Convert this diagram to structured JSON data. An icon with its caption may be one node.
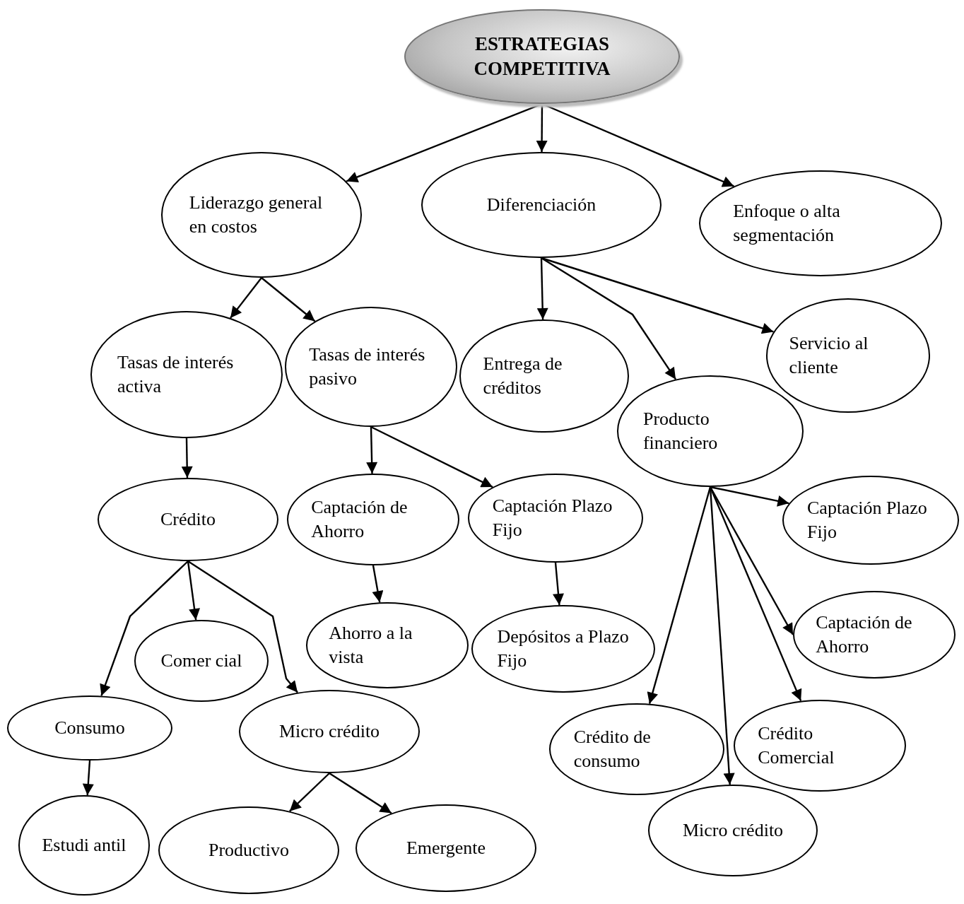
{
  "diagram": {
    "nodes": [
      {
        "text": [
          "ESTRATEGIAS COMPETITIVA"
        ]
      },
      {
        "text": [
          "Liderazgo general en costos"
        ]
      },
      {
        "text": [
          "Diferenciación"
        ]
      },
      {
        "text": [
          "Enfoque o alta segmentación"
        ]
      },
      {
        "text": [
          "Tasas de interés activa"
        ]
      },
      {
        "text": [
          "Tasas de interés pasivo"
        ]
      },
      {
        "text": [
          "Entrega de créditos"
        ]
      },
      {
        "text": [
          "Servicio al cliente"
        ]
      },
      {
        "text": [
          "Producto financiero"
        ]
      },
      {
        "text": [
          "Crédito"
        ]
      },
      {
        "text": [
          "Captación de Ahorro"
        ]
      },
      {
        "text": [
          "Captación Plazo Fijo"
        ]
      },
      {
        "text": [
          "Captación Plazo Fijo"
        ]
      },
      {
        "text": [
          "Comer cial"
        ]
      },
      {
        "text": [
          "Ahorro a la vista"
        ]
      },
      {
        "text": [
          "Depósitos a Plazo Fijo"
        ]
      },
      {
        "text": [
          "Captación de Ahorro"
        ]
      },
      {
        "text": [
          "Consumo"
        ]
      },
      {
        "text": [
          "Micro crédito"
        ]
      },
      {
        "text": [
          "Crédito de consumo"
        ]
      },
      {
        "text": [
          "Crédito Comercial"
        ]
      },
      {
        "text": [
          "Micro crédito"
        ]
      },
      {
        "text": [
          "Estudi antil"
        ]
      },
      {
        "text": [
          "Productivo"
        ]
      },
      {
        "text": [
          "Emergente"
        ]
      }
    ],
    "edges": [
      {
        "from": 0,
        "to": 1,
        "arrow": "to"
      },
      {
        "from": 0,
        "to": 2,
        "arrow": "to"
      },
      {
        "from": 0,
        "to": 3,
        "arrow": "to"
      },
      {
        "from": 1,
        "to": 4,
        "arrow": "to"
      },
      {
        "from": 1,
        "to": 5,
        "arrow": "to"
      },
      {
        "from": 2,
        "to": 6,
        "arrow": "to"
      },
      {
        "from": 2,
        "to": 8,
        "arrow": "to"
      },
      {
        "from": 2,
        "to": 7,
        "arrow": "to"
      },
      {
        "from": 4,
        "to": 9,
        "arrow": "to"
      },
      {
        "from": 5,
        "to": 10,
        "arrow": "to"
      },
      {
        "from": 5,
        "to": 11,
        "arrow": "to"
      },
      {
        "from": 8,
        "to": 12,
        "arrow": "to"
      },
      {
        "from": 8,
        "to": 16,
        "arrow": "to"
      },
      {
        "from": 8,
        "to": 20,
        "arrow": "to"
      },
      {
        "from": 8,
        "to": 21,
        "arrow": "to"
      },
      {
        "from": 8,
        "to": 19,
        "arrow": "to"
      },
      {
        "from": 9,
        "to": 13,
        "arrow": "to"
      },
      {
        "from": 9,
        "to": 17,
        "arrow": "to"
      },
      {
        "from": 9,
        "to": 18,
        "arrow": "to"
      },
      {
        "from": 10,
        "to": 14,
        "arrow": "to"
      },
      {
        "from": 11,
        "to": 15,
        "arrow": "to"
      },
      {
        "from": 17,
        "to": 22,
        "arrow": "to"
      },
      {
        "from": 18,
        "to": 23,
        "arrow": "to"
      },
      {
        "from": 18,
        "to": 24,
        "arrow": "to"
      }
    ]
  }
}
